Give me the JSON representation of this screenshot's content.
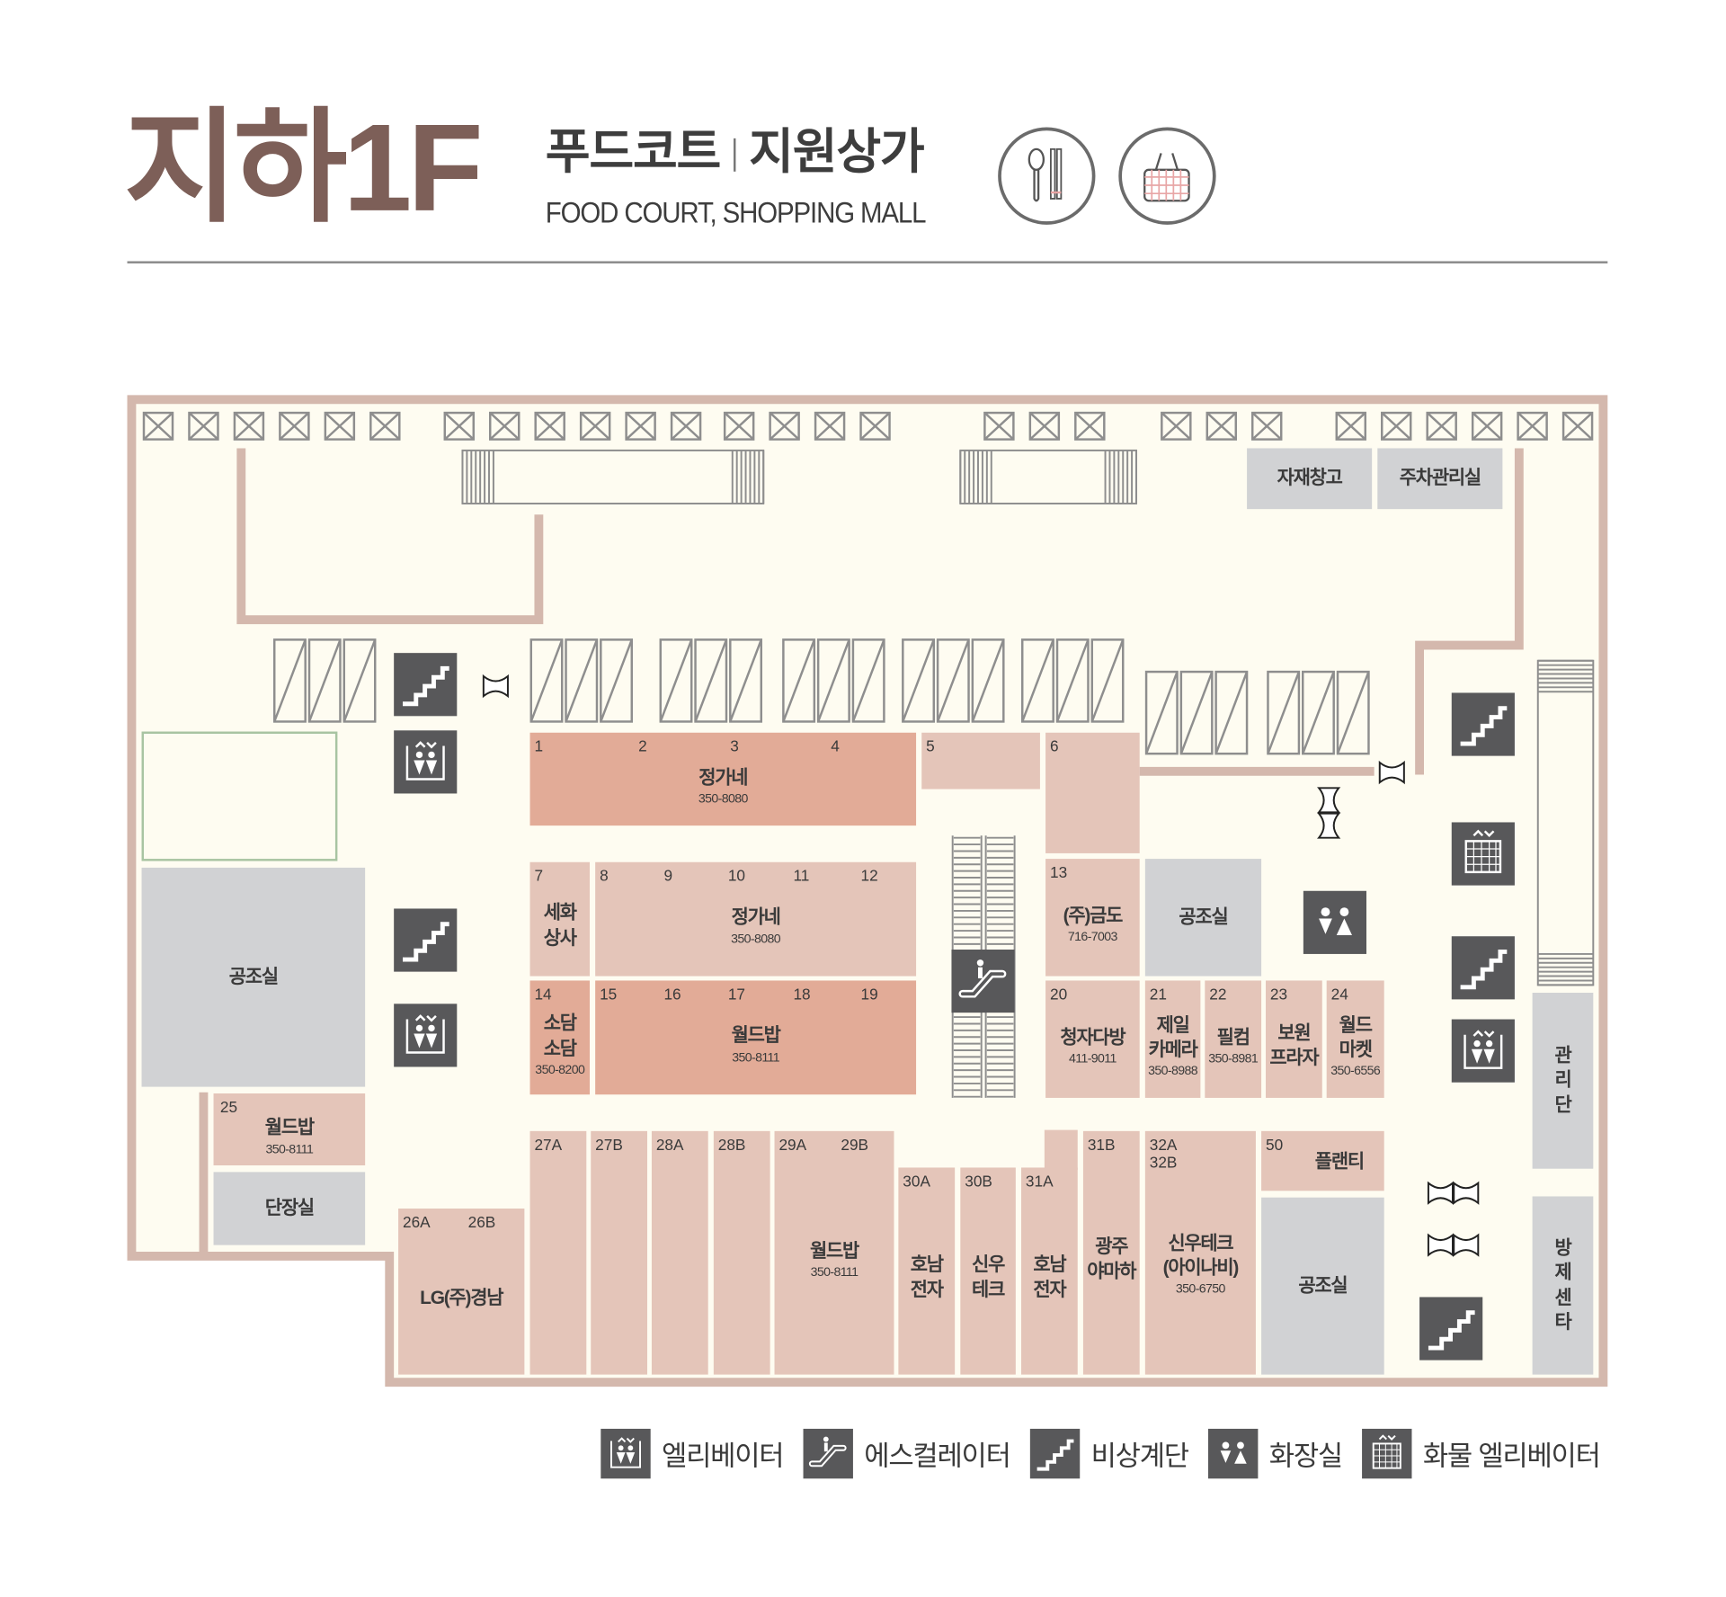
{
  "header": {
    "floor": "지하1F",
    "title_ko_left": "푸드코트",
    "title_ko_right": "지원상가",
    "title_en": "FOOD COURT, SHOPPING MALL",
    "icons": [
      "spoon-chopsticks-icon",
      "shopping-basket-icon"
    ]
  },
  "colors": {
    "floor_title": "#7d5f58",
    "store_dark": "#e2ab97",
    "store_light": "#e4c5b9",
    "utility_gray": "#d1d2d4",
    "wall": "#d4b8ad",
    "floor_bg": "#fefcf1",
    "icon_bg": "#58585a"
  },
  "rooms": [
    {
      "id": "r-jajae",
      "name": "자재창고"
    },
    {
      "id": "r-parking-office",
      "name": "주차관리실"
    },
    {
      "id": "r-hvac-left",
      "name": "공조실"
    },
    {
      "id": "r-hvac-mid",
      "name": "공조실"
    },
    {
      "id": "r-danjang",
      "name": "단장실"
    },
    {
      "id": "r-hvac-right",
      "name": "공조실"
    },
    {
      "id": "r-gwanri",
      "name": "관\n리\n단"
    },
    {
      "id": "r-bangje",
      "name": "방\n제\n센\n타"
    }
  ],
  "stores": [
    {
      "id": "s1",
      "numbers": [
        "1",
        "2",
        "3",
        "4"
      ],
      "name": "정가네",
      "phone": "350-8080",
      "tone": "dark"
    },
    {
      "id": "s5",
      "numbers": [
        "5"
      ],
      "name": "",
      "phone": "",
      "tone": "light"
    },
    {
      "id": "s6",
      "numbers": [
        "6"
      ],
      "name": "",
      "phone": "",
      "tone": "light"
    },
    {
      "id": "s7",
      "numbers": [
        "7"
      ],
      "name": "세화\n상사",
      "phone": "",
      "tone": "light"
    },
    {
      "id": "s8",
      "numbers": [
        "8",
        "9",
        "10",
        "11",
        "12"
      ],
      "name": "정가네",
      "phone": "350-8080",
      "tone": "light"
    },
    {
      "id": "s13",
      "numbers": [
        "13"
      ],
      "name": "(주)금도",
      "phone": "716-7003",
      "tone": "light"
    },
    {
      "id": "s14",
      "numbers": [
        "14"
      ],
      "name": "소담\n소담",
      "phone": "350-8200",
      "tone": "dark"
    },
    {
      "id": "s15",
      "numbers": [
        "15",
        "16",
        "17",
        "18",
        "19"
      ],
      "name": "월드밥",
      "phone": "350-8111",
      "tone": "dark"
    },
    {
      "id": "s20",
      "numbers": [
        "20"
      ],
      "name": "청자다방",
      "phone": "411-9011",
      "tone": "light"
    },
    {
      "id": "s21",
      "numbers": [
        "21"
      ],
      "name": "제일\n카메라",
      "phone": "350-8988",
      "tone": "light"
    },
    {
      "id": "s22",
      "numbers": [
        "22"
      ],
      "name": "필컴",
      "phone": "350-8981",
      "tone": "light"
    },
    {
      "id": "s23",
      "numbers": [
        "23"
      ],
      "name": "보원\n프라자",
      "phone": "",
      "tone": "light"
    },
    {
      "id": "s24",
      "numbers": [
        "24"
      ],
      "name": "월드\n마켓",
      "phone": "350-6556",
      "tone": "light"
    },
    {
      "id": "s25",
      "numbers": [
        "25"
      ],
      "name": "월드밥",
      "phone": "350-8111",
      "tone": "light"
    },
    {
      "id": "s26",
      "numbers": [
        "26A",
        "26B"
      ],
      "name": "LG(주)경남",
      "phone": "",
      "tone": "light"
    },
    {
      "id": "s27a",
      "numbers": [
        "27A"
      ],
      "name": "",
      "phone": "",
      "tone": "light"
    },
    {
      "id": "s27b",
      "numbers": [
        "27B"
      ],
      "name": "",
      "phone": "",
      "tone": "light"
    },
    {
      "id": "s28a",
      "numbers": [
        "28A"
      ],
      "name": "",
      "phone": "",
      "tone": "light"
    },
    {
      "id": "s28b",
      "numbers": [
        "28B"
      ],
      "name": "",
      "phone": "",
      "tone": "light"
    },
    {
      "id": "s29",
      "numbers": [
        "29A",
        "29B"
      ],
      "name": "월드밥",
      "phone": "350-8111",
      "tone": "light"
    },
    {
      "id": "s30a",
      "numbers": [
        "30A"
      ],
      "name": "호남\n전자",
      "phone": "",
      "tone": "light"
    },
    {
      "id": "s30b",
      "numbers": [
        "30B"
      ],
      "name": "신우\n테크",
      "phone": "",
      "tone": "light"
    },
    {
      "id": "s31a",
      "numbers": [
        "31A"
      ],
      "name": "호남\n전자",
      "phone": "",
      "tone": "light"
    },
    {
      "id": "s31b",
      "numbers": [
        "31B"
      ],
      "name": "광주\n야마하",
      "phone": "",
      "tone": "light"
    },
    {
      "id": "s32",
      "numbers": [
        "32A\n32B"
      ],
      "name": "신우테크\n(아이나비)",
      "phone": "350-6750",
      "tone": "light"
    },
    {
      "id": "s50",
      "numbers": [
        "50"
      ],
      "name": "플랜티",
      "phone": "",
      "tone": "light"
    }
  ],
  "legend": [
    {
      "icon": "elevator-icon",
      "label": "엘리베이터"
    },
    {
      "icon": "escalator-icon",
      "label": "에스컬레이터"
    },
    {
      "icon": "stairs-icon",
      "label": "비상계단"
    },
    {
      "icon": "restroom-icon",
      "label": "화장실"
    },
    {
      "icon": "freight-elevator-icon",
      "label": "화물 엘리베이터"
    }
  ]
}
